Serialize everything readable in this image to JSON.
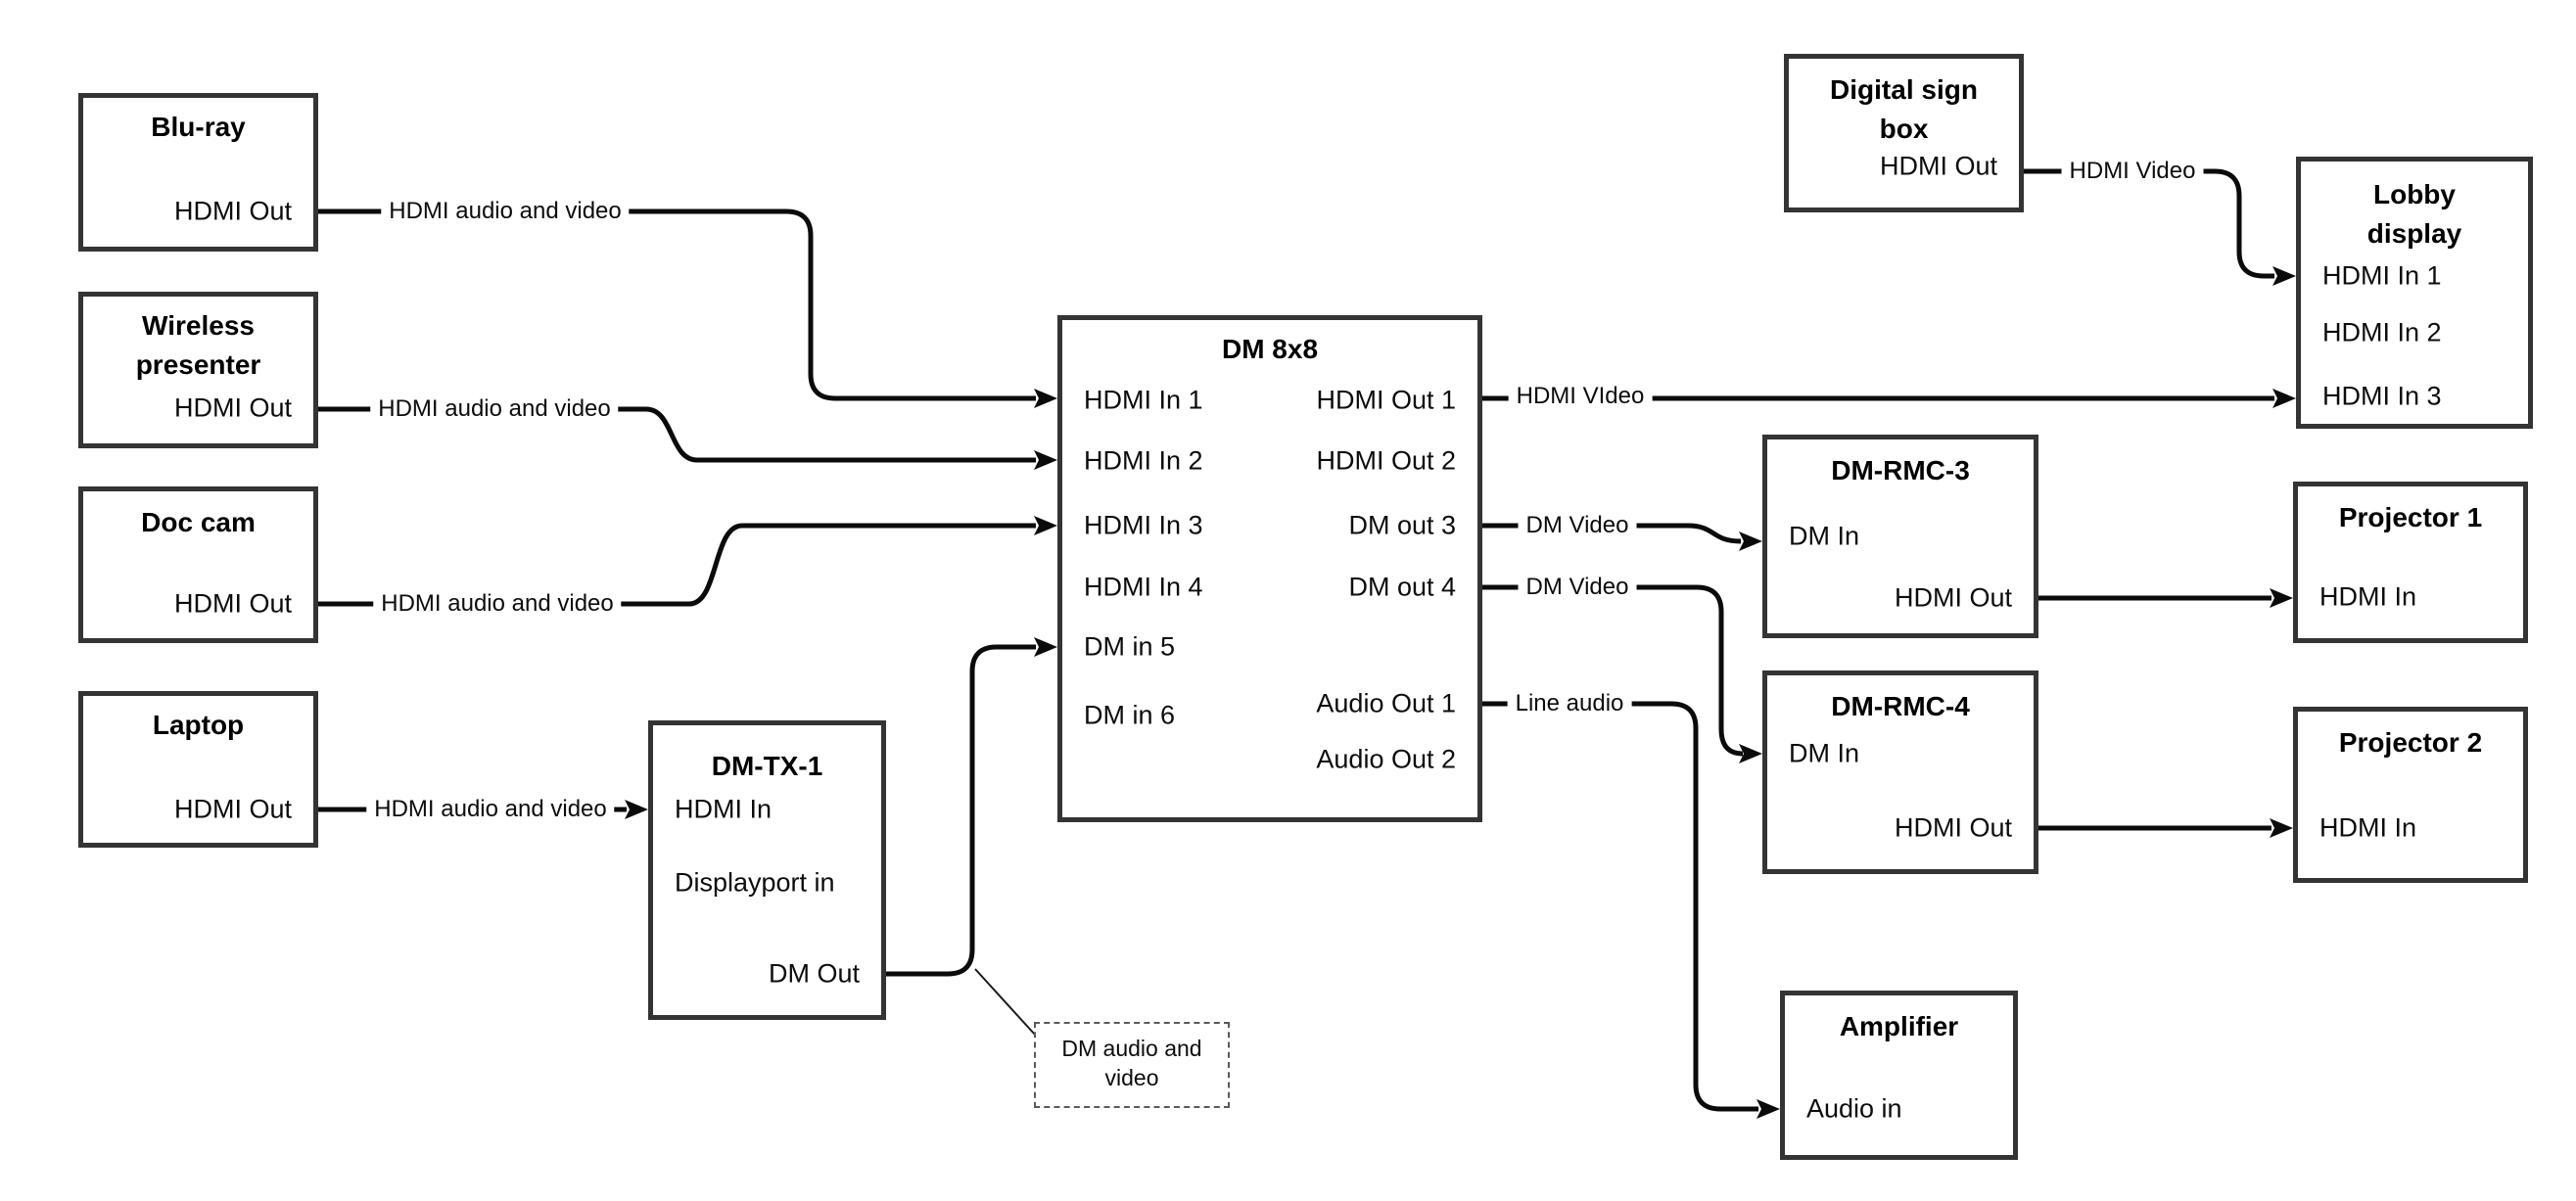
{
  "canvas": {
    "background_color": "#ffffff",
    "wire_color": "#0b0b0b",
    "box_border_color": "#343434"
  },
  "nodes": [
    {
      "id": "blu-ray",
      "title": "Blu-ray",
      "ports": [
        {
          "label": "HDMI Out"
        }
      ]
    },
    {
      "id": "wireless-presenter",
      "title": "Wireless\npresenter",
      "ports": [
        {
          "label": "HDMI Out"
        }
      ]
    },
    {
      "id": "doc-cam",
      "title": "Doc cam",
      "ports": [
        {
          "label": "HDMI Out"
        }
      ]
    },
    {
      "id": "laptop",
      "title": "Laptop",
      "ports": [
        {
          "label": "HDMI Out"
        }
      ]
    },
    {
      "id": "dm-tx-1",
      "title": "DM-TX-1",
      "ports": [
        {
          "label": "HDMI In"
        },
        {
          "label": "Displayport in"
        },
        {
          "label": "DM Out"
        }
      ]
    },
    {
      "id": "dm-8x8",
      "title": "DM 8x8",
      "ports": [
        {
          "label": "HDMI In 1"
        },
        {
          "label": "HDMI In 2"
        },
        {
          "label": "HDMI In 3"
        },
        {
          "label": "HDMI In 4"
        },
        {
          "label": "DM in 5"
        },
        {
          "label": "DM in 6"
        },
        {
          "label": "HDMI Out 1"
        },
        {
          "label": "HDMI Out 2"
        },
        {
          "label": "DM out 3"
        },
        {
          "label": "DM out 4"
        },
        {
          "label": "Audio Out 1"
        },
        {
          "label": "Audio Out 2"
        }
      ]
    },
    {
      "id": "digital-sign-box",
      "title": "Digital sign\nbox",
      "ports": [
        {
          "label": "HDMI Out"
        }
      ]
    },
    {
      "id": "lobby-display",
      "title": "Lobby\ndisplay",
      "ports": [
        {
          "label": "HDMI In 1"
        },
        {
          "label": "HDMI In 2"
        },
        {
          "label": "HDMI In 3"
        }
      ]
    },
    {
      "id": "dm-rmc-3",
      "title": "DM-RMC-3",
      "ports": [
        {
          "label": "DM In"
        },
        {
          "label": "HDMI Out"
        }
      ]
    },
    {
      "id": "projector-1",
      "title": "Projector 1",
      "ports": [
        {
          "label": "HDMI In"
        }
      ]
    },
    {
      "id": "dm-rmc-4",
      "title": "DM-RMC-4",
      "ports": [
        {
          "label": "DM In"
        },
        {
          "label": "HDMI Out"
        }
      ]
    },
    {
      "id": "projector-2",
      "title": "Projector 2",
      "ports": [
        {
          "label": "HDMI In"
        }
      ]
    },
    {
      "id": "amplifier",
      "title": "Amplifier",
      "ports": [
        {
          "label": "Audio in"
        }
      ]
    }
  ],
  "wire_labels": [
    {
      "id": "bluray-to-dm8x8",
      "label": "HDMI audio and video"
    },
    {
      "id": "wireless-to-dm8x8",
      "label": "HDMI audio and video"
    },
    {
      "id": "doccam-to-dm8x8",
      "label": "HDMI audio and video"
    },
    {
      "id": "laptop-to-dmtx1",
      "label": "HDMI audio and video"
    },
    {
      "id": "hdmiout1-to-lobby",
      "label": "HDMI VIdeo"
    },
    {
      "id": "dmout3-to-rmc3",
      "label": "DM Video"
    },
    {
      "id": "dmout4-to-rmc4",
      "label": "DM Video"
    },
    {
      "id": "audioout1-to-amp",
      "label": "Line audio"
    },
    {
      "id": "digitalsign-to-lobby",
      "label": "HDMI Video"
    }
  ],
  "note": {
    "text": "DM audio and\nvideo"
  }
}
